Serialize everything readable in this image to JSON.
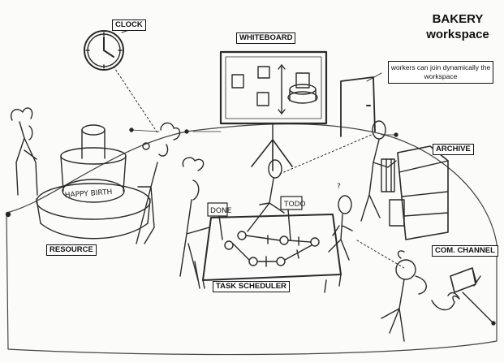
{
  "title": {
    "line1": "BAKERY",
    "line2": "workspace"
  },
  "labels": {
    "clock": "CLOCK",
    "whiteboard": "WHITEBOARD",
    "archive": "ARCHIVE",
    "resource": "RESOURCE",
    "task_scheduler": "TASK SCHEDULER",
    "com_channel": "COM. CHANNEL"
  },
  "note": "workers can join dynamically the workspace",
  "handwriting": {
    "cake": "HAPPY BIRTH",
    "done": "DONE",
    "todo": "TODO",
    "question": "?"
  }
}
